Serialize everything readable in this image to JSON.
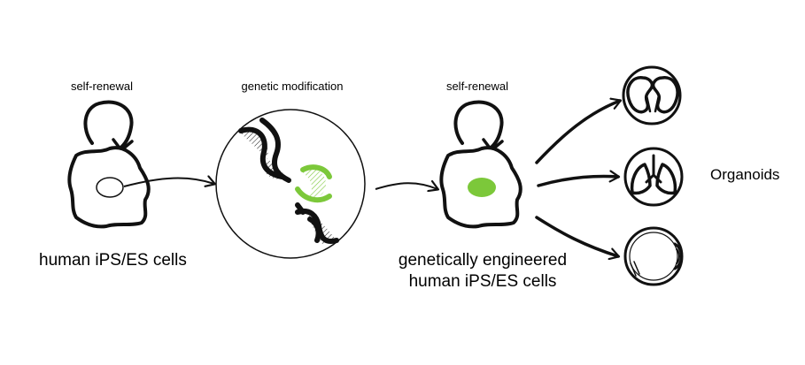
{
  "labels": {
    "self_renewal_1": "self-renewal",
    "genetic_modification": "genetic modification",
    "self_renewal_2": "self-renewal",
    "human_cells": "human iPS/ES cells",
    "engineered_line1": "genetically engineered",
    "engineered_line2": "human iPS/ES cells",
    "organoids": "Organoids"
  },
  "colors": {
    "ink": "#111111",
    "accent_green": "#7cc83a",
    "background": "#ffffff"
  },
  "icons": [
    "kidney-icon",
    "lungs-icon",
    "eye-icon",
    "dna-icon",
    "cell-icon"
  ]
}
